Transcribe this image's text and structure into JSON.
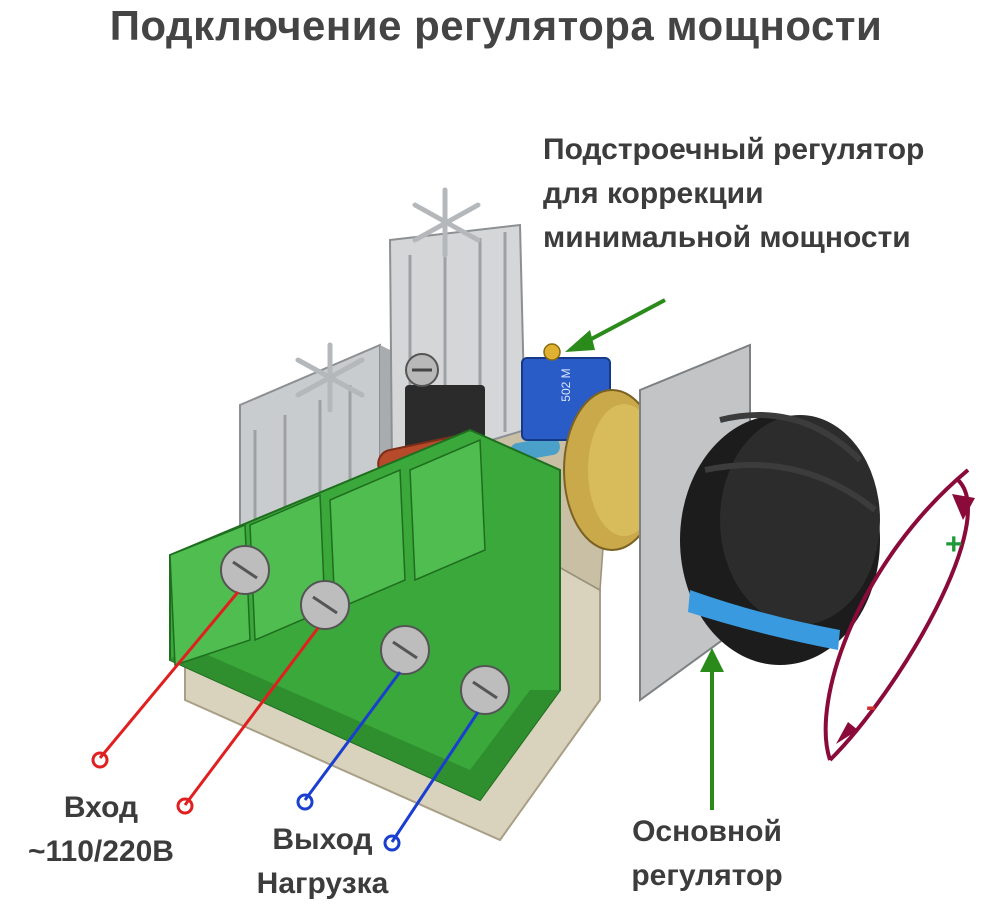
{
  "title": "Подключение регулятора мощности",
  "labels": {
    "trimmer": [
      "Подстроечный регулятор",
      "для коррекции",
      "минимальной мощности"
    ],
    "input": [
      "Вход",
      "~110/220В"
    ],
    "output": [
      "Выход",
      "Нагрузка"
    ],
    "main_knob": [
      "Основной",
      "регулятор"
    ]
  },
  "signs": {
    "plus": "+",
    "minus": "-"
  },
  "component_marking": "502 M",
  "colors": {
    "input_wires": "#e02020",
    "output_wires": "#1a3fd0",
    "pointer_arrows": "#2a8a1a",
    "rotation_arrow": "#8a0a3a",
    "terminal_block": "#3aa83a",
    "knob_stripe": "#3a9ae0"
  }
}
